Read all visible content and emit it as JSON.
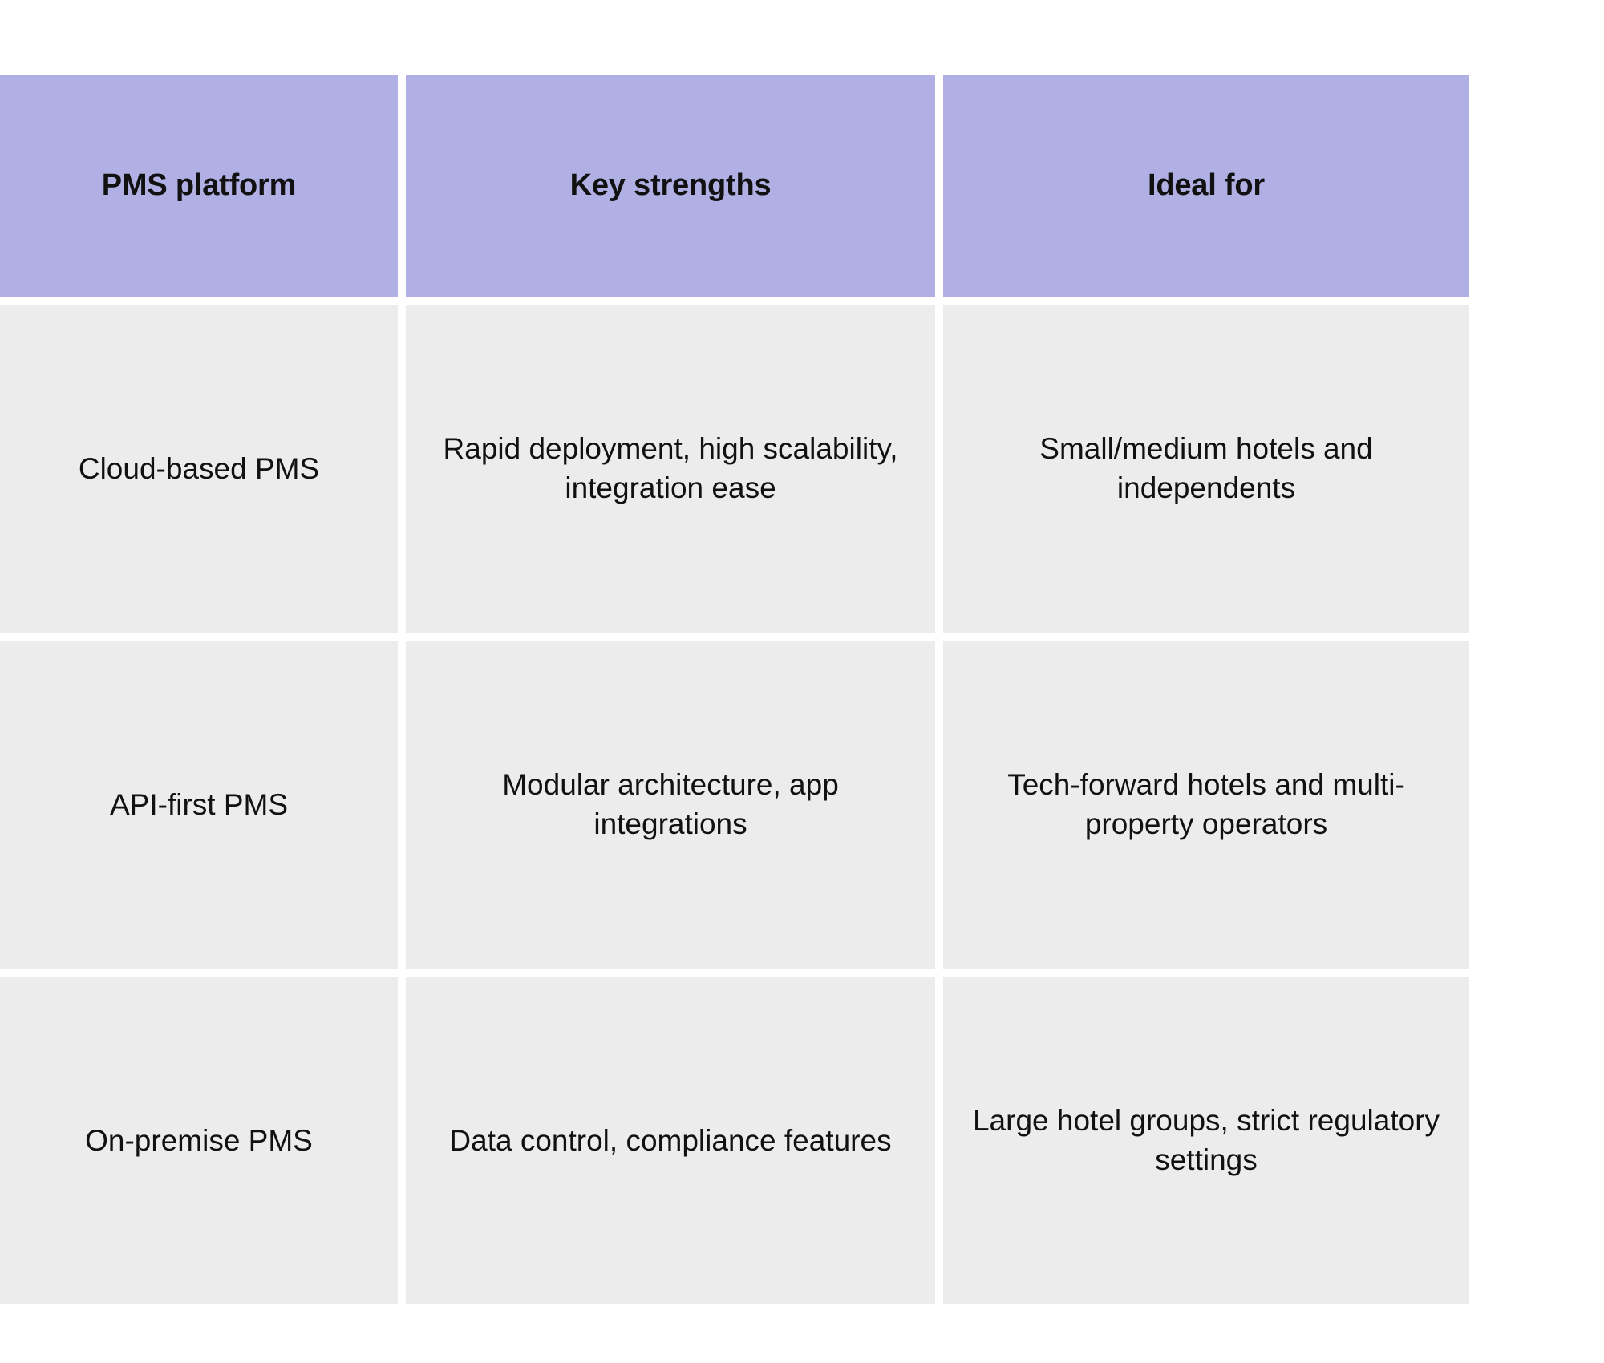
{
  "table": {
    "columns": [
      {
        "key": "platform",
        "header": "PMS platform"
      },
      {
        "key": "strengths",
        "header": "Key strengths"
      },
      {
        "key": "ideal_for",
        "header": "Ideal for"
      }
    ],
    "header": {
      "col1": "PMS platform",
      "col2": "Key strengths",
      "col3": "Ideal for"
    },
    "rows": [
      {
        "platform": "Cloud-based PMS",
        "strengths": "Rapid deployment, high scalability, integration ease",
        "ideal_for": "Small/medium hotels and independents"
      },
      {
        "platform": "API-first PMS",
        "strengths": "Modular architecture, app integrations",
        "ideal_for": "Tech-forward hotels and multi-property operators"
      },
      {
        "platform": "On-premise PMS",
        "strengths": "Data control, compliance features",
        "ideal_for": "Large hotel groups, strict regulatory settings"
      }
    ],
    "colors": {
      "header_background": "#b0b0e4",
      "cell_background": "#ececec",
      "text": "#111111",
      "page_background": "#ffffff"
    }
  }
}
